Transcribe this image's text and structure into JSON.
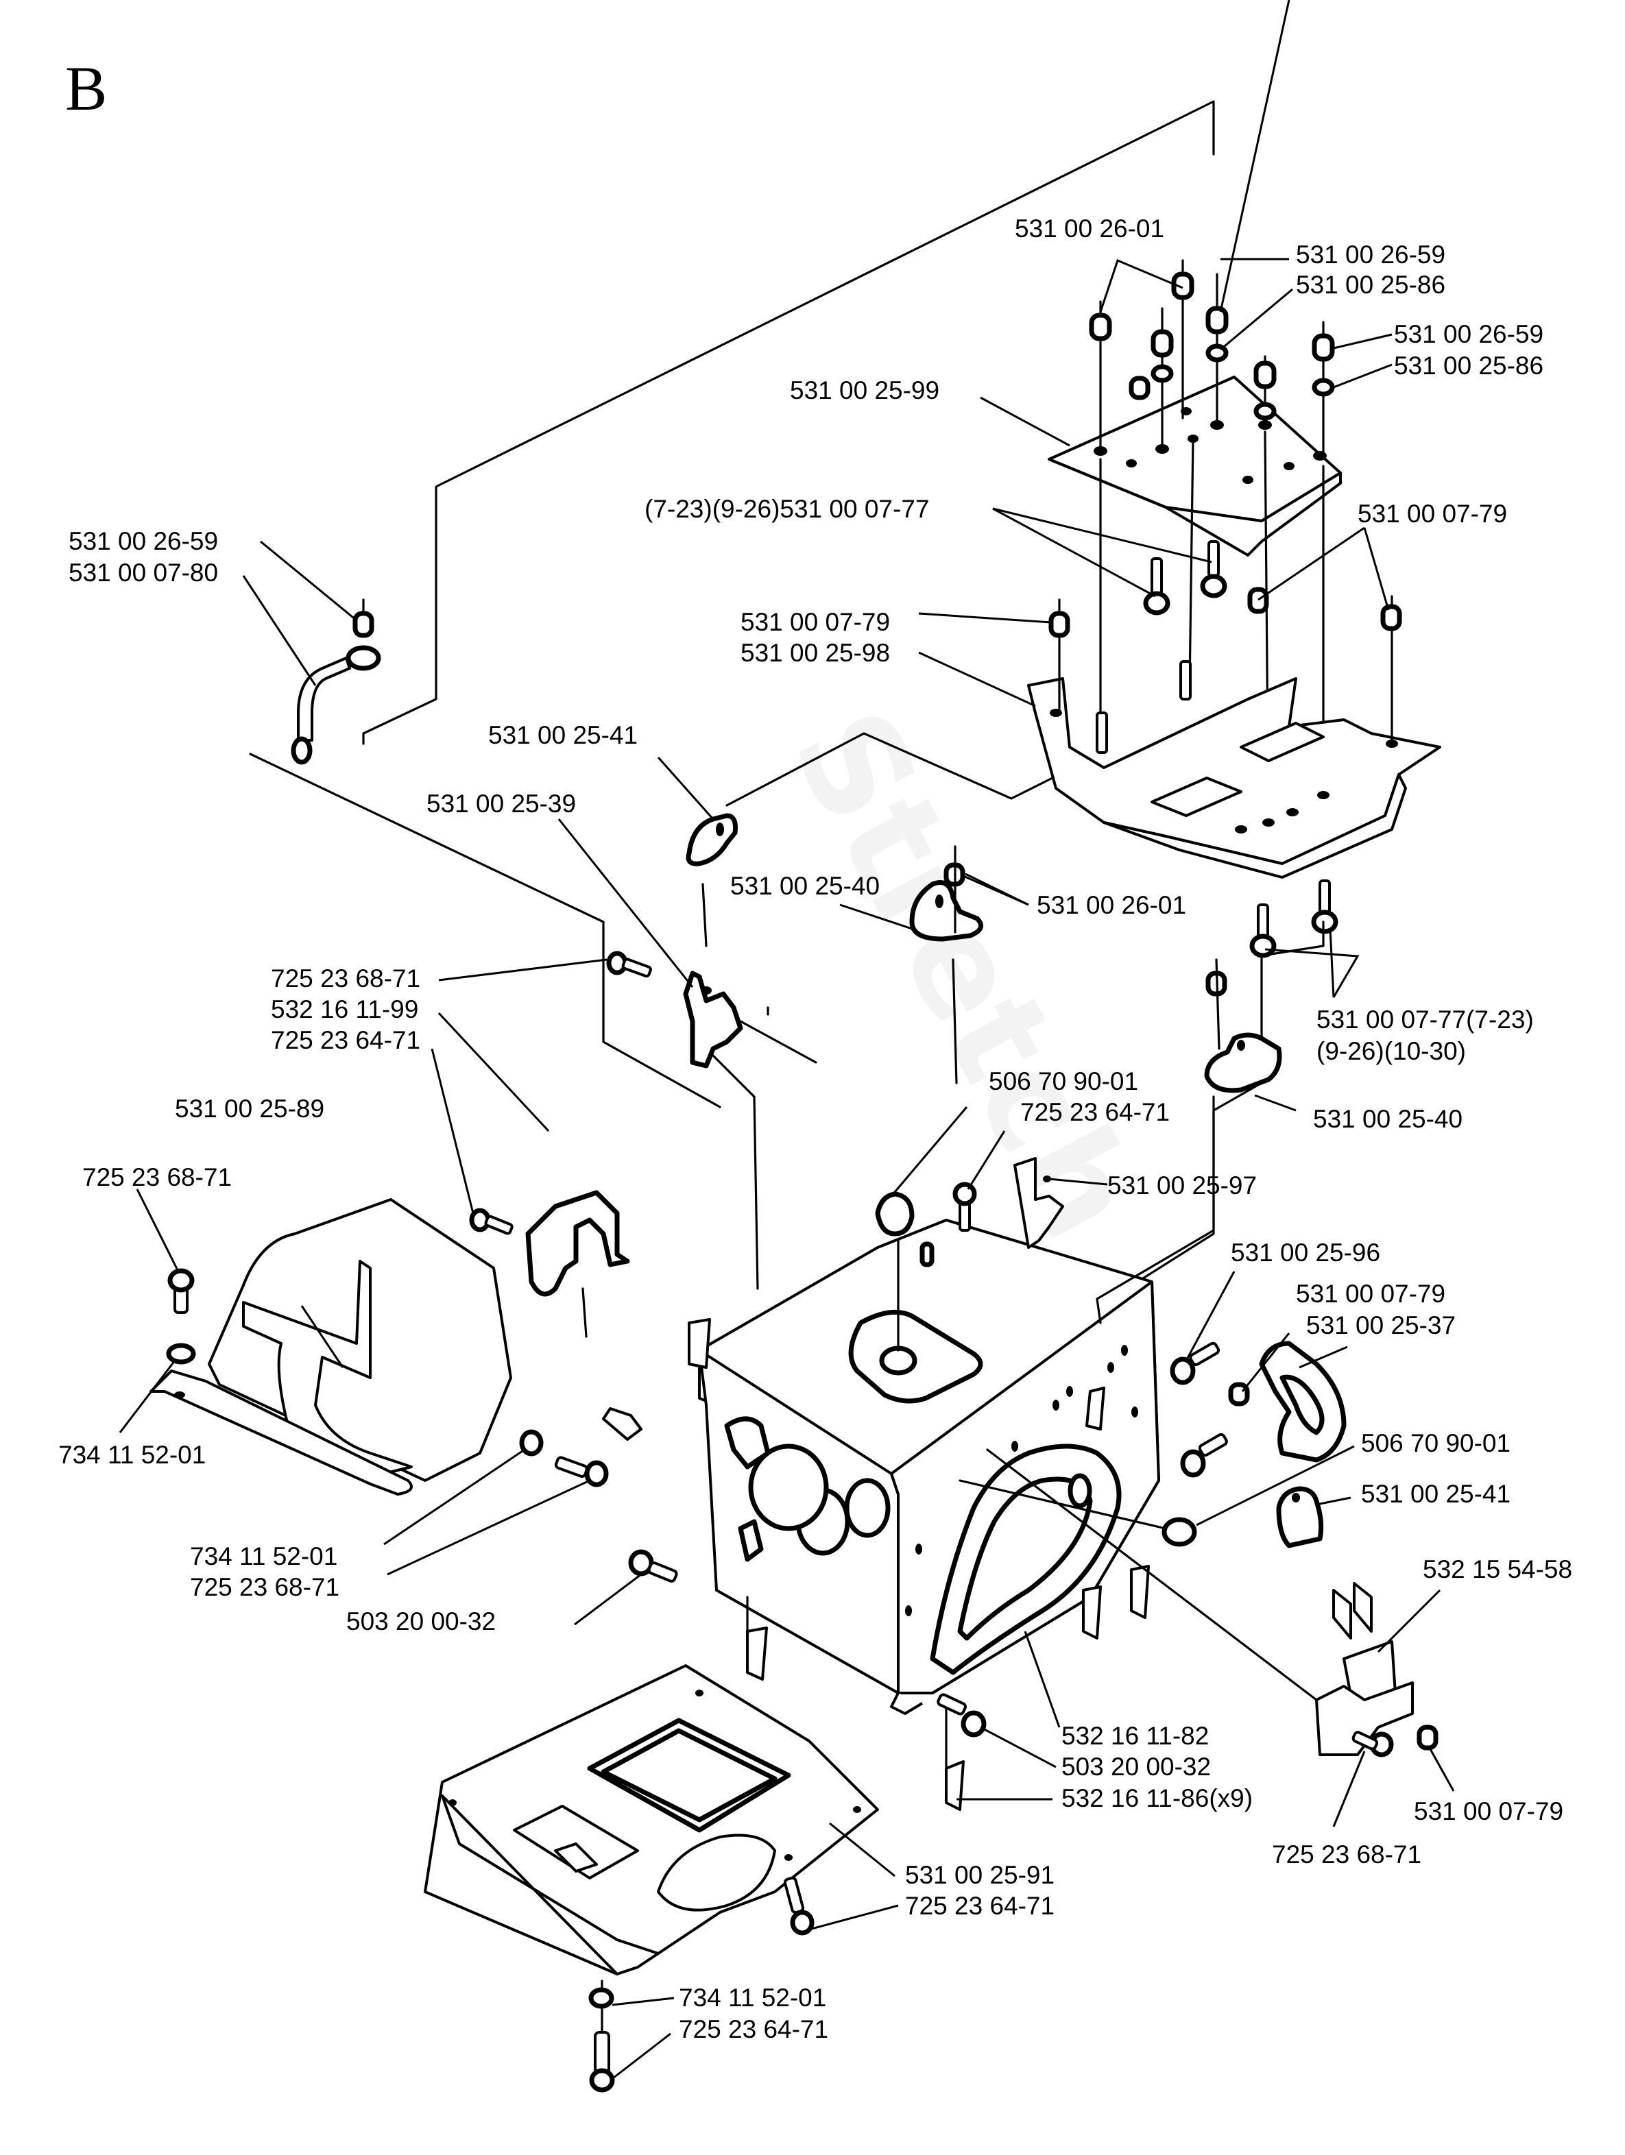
{
  "section_letter": "B",
  "watermark": "Stretch",
  "labels": {
    "top_nut_group": "531 00 26-01",
    "nut_a": "531 00 26-59",
    "washer_a": "531 00 25-86",
    "nut_b": "531 00 26-59",
    "washer_b": "531 00 25-86",
    "top_plate": "531 00 25-99",
    "screw_777": "(7-23)(9-26)531 00 07-77",
    "nut_779_right": "531 00 07-79",
    "nut_779_left": "531 00 07-79",
    "bracket_98": "531 00 25-98",
    "left_nut": "531 00 26-59",
    "left_rod": "531 00 07-80",
    "mount_41": "531 00 25-41",
    "mount_39": "531 00 25-39",
    "mount_40_mid": "531 00 25-40",
    "nut_2601_mid": "531 00 26-01",
    "screw_777_lower_1": "531 00 07-77(7-23)",
    "screw_777_lower_2": "(9-26)(10-30)",
    "bracket_screw": "725 23 68-71",
    "bracket_99": "532 16 11-99",
    "bracket_screw2": "725 23 64-71",
    "plug_5067": "506 70 90-01",
    "screw_6471_mid": "725 23 64-71",
    "mount_40_right": "531 00 25-40",
    "cover_89": "531 00 25-89",
    "cover_screw": "725 23 68-71",
    "clip_97": "531 00 25-97",
    "bolt_96": "531 00 25-96",
    "nut_779_side": "531 00 07-79",
    "mount_37": "531 00 25-37",
    "washer_cover": "734 11 52-01",
    "plug_right": "506 70 90-01",
    "mount_41_right": "531 00 25-41",
    "washer_cover2": "734 11 52-01",
    "screw_cover2": "725 23 68-71",
    "bolt_5032_left": "503 20 00-32",
    "bracket_5458": "532 15 54-58",
    "frame_82": "532 16 11-82",
    "bolt_5032_right": "503 20 00-32",
    "clip_86": "532 16 11-86(x9)",
    "nut_779_bottom": "531 00 07-79",
    "screw_6871_bottom": "725 23 68-71",
    "bottom_plate": "531 00 25-91",
    "bottom_screw": "725 23 64-71",
    "bottom_washer": "734 11 52-01",
    "bottom_screw2": "725 23 64-71"
  }
}
